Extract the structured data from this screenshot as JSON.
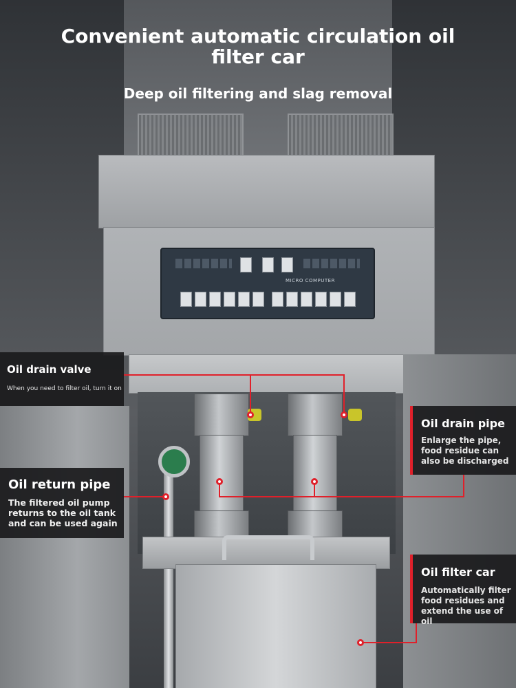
{
  "header": {
    "title": "Convenient automatic circulation oil filter car",
    "subtitle": "Deep oil filtering and slag removal"
  },
  "control_panel": {
    "label": "MICRO COMPUTER"
  },
  "callouts": [
    {
      "id": "drain-valve",
      "title": "Oil drain valve",
      "desc": "When you need to filter oil, turn it on"
    },
    {
      "id": "return-pipe",
      "title": "Oil return pipe",
      "desc": "The filtered oil pump returns to the oil tank and can be used again"
    },
    {
      "id": "drain-pipe",
      "title": "Oil drain pipe",
      "desc": "Enlarge the pipe, food residue can also be discharged"
    },
    {
      "id": "filter-car",
      "title": "Oil filter car",
      "desc": "Automatically filter food residues and extend the use of oil"
    }
  ],
  "colors": {
    "accent": "#e0202a",
    "box_bg": "#1a1a1c",
    "text": "#ffffff"
  }
}
